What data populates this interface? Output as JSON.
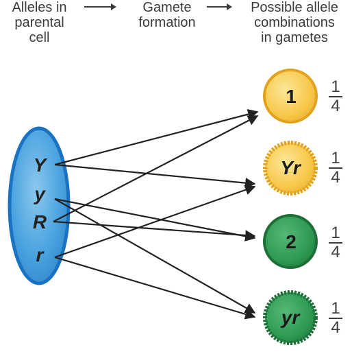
{
  "headers": {
    "alleles_in_parental_cell": "Alleles in\nparental\ncell",
    "gamete_formation": "Gamete\nformation",
    "possible_combinations": "Possible allele\ncombinations\nin gametes"
  },
  "parental_alleles": [
    "Y",
    "y",
    "R",
    "r"
  ],
  "gametes": [
    {
      "label": "1",
      "fraction_num": "1",
      "fraction_den": "4",
      "color": "yellow"
    },
    {
      "label": "Yr",
      "fraction_num": "1",
      "fraction_den": "4",
      "color": "yellow"
    },
    {
      "label": "2",
      "fraction_num": "1",
      "fraction_den": "4",
      "color": "green"
    },
    {
      "label": "yr",
      "fraction_num": "1",
      "fraction_den": "4",
      "color": "green"
    }
  ],
  "colors": {
    "cell_fill": "#4aa3df",
    "cell_edge": "#1a73c2",
    "yellow_fill": "#f7c84a",
    "yellow_edge": "#e2a21e",
    "green_fill": "#2e9a52",
    "green_edge": "#1d6e37",
    "arrow": "#222222"
  }
}
